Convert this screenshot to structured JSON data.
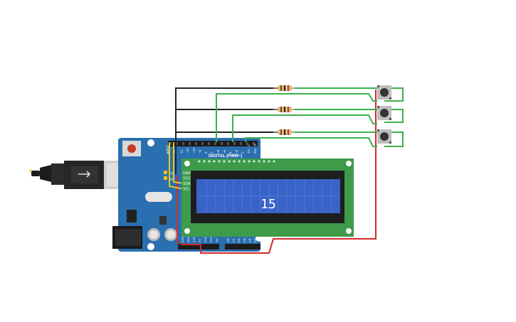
{
  "arduino": {
    "digital_header": "DIGITAL (PWM~)",
    "aref": "AREF",
    "pins_top": [
      "13",
      "12",
      "~11",
      "~10",
      "~9",
      "8",
      "7",
      "~6",
      "~5",
      "4",
      "~3",
      "2",
      "TX→1",
      "RX←0"
    ],
    "power_pins": [
      "IOREF",
      "RESET",
      "3.3V",
      "5V",
      "GND",
      "GND",
      "Vin"
    ],
    "analog_pins": [
      "A0",
      "A1",
      "A2",
      "A3",
      "A4",
      "A5"
    ],
    "tx": "TX",
    "rx": "RX"
  },
  "lcd": {
    "pins": [
      "GND",
      "VCC",
      "SDA",
      "SCL"
    ],
    "display_text": "15"
  },
  "colors": {
    "board": "#2a6fb0",
    "lcd_pcb": "#3d9b4a",
    "lcd_screen": "#3a63c8",
    "wire_black": "#222222",
    "wire_green": "#3cb04a",
    "wire_red": "#d32a2a",
    "wire_yellow": "#e8c81c"
  }
}
